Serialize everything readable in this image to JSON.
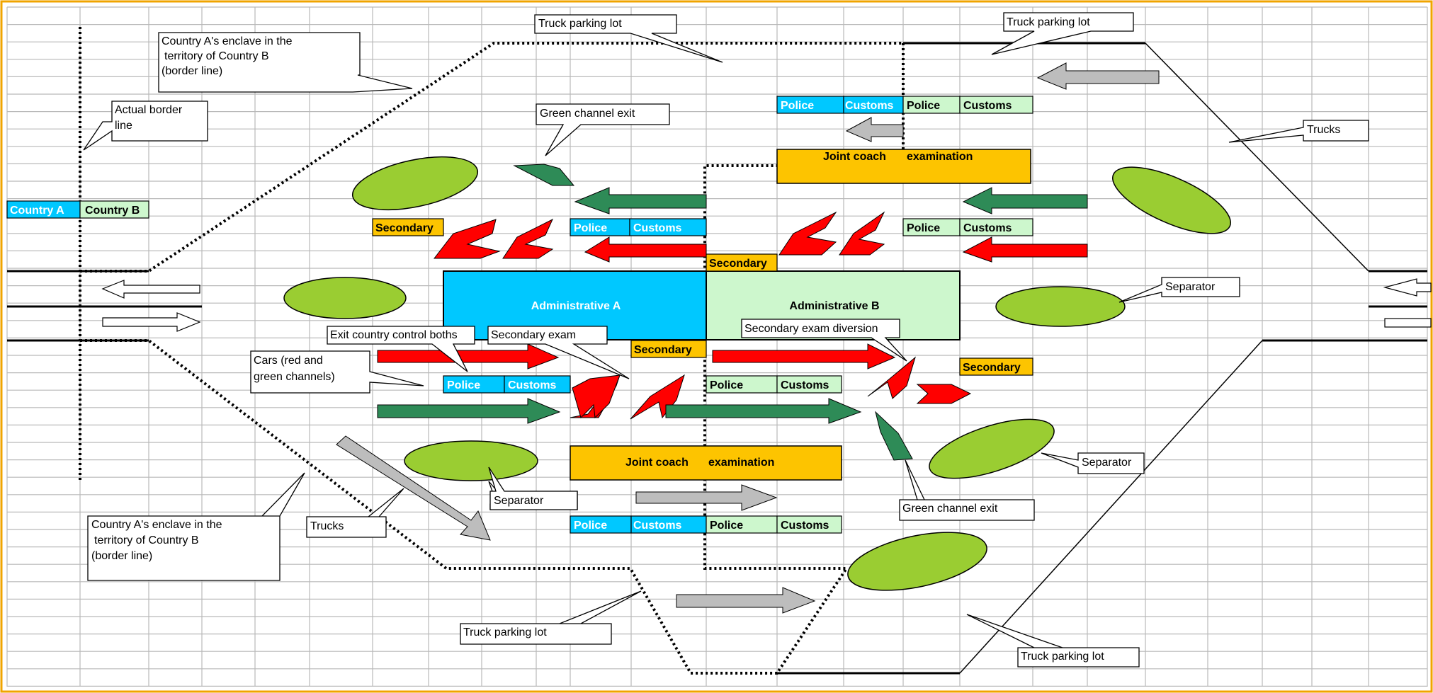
{
  "colors": {
    "grid": "#b9b9b9",
    "frame": "#f0a400",
    "police_cyan": "#00c8ff",
    "light_green": "#cdf7cd",
    "amber": "#fdc400",
    "red": "#ff0000",
    "green_arrow": "#2e8b57",
    "grey_arrow": "#bdbdbd",
    "oval_green": "#9acd32"
  },
  "country_labels": {
    "country_a": "Country A",
    "country_b": "Country B"
  },
  "boxes": {
    "police": "Police",
    "customs": "Customs",
    "secondary": "Secondary",
    "admin_a": "Administrative A",
    "admin_b": "Administrative B",
    "joint_coach_prefix": "Joint coach",
    "joint_coach_suffix": "examination"
  },
  "callouts": {
    "truck_parking_lot": "Truck parking lot",
    "enclave_line1": "Country A's enclave in the",
    "enclave_line2": "territory of Country B",
    "enclave_line3": "(border line)",
    "actual_border_line1": "Actual border",
    "actual_border_line2": "line",
    "green_channel_exit": "Green channel exit",
    "trucks": "Trucks",
    "separator": "Separator",
    "exit_control": "Exit country control boths",
    "secondary_exam": "Secondary exam",
    "secondary_exam_diversion": "Secondary exam diversion",
    "cars_line1": "Cars (red and",
    "cars_line2": "green channels)"
  }
}
